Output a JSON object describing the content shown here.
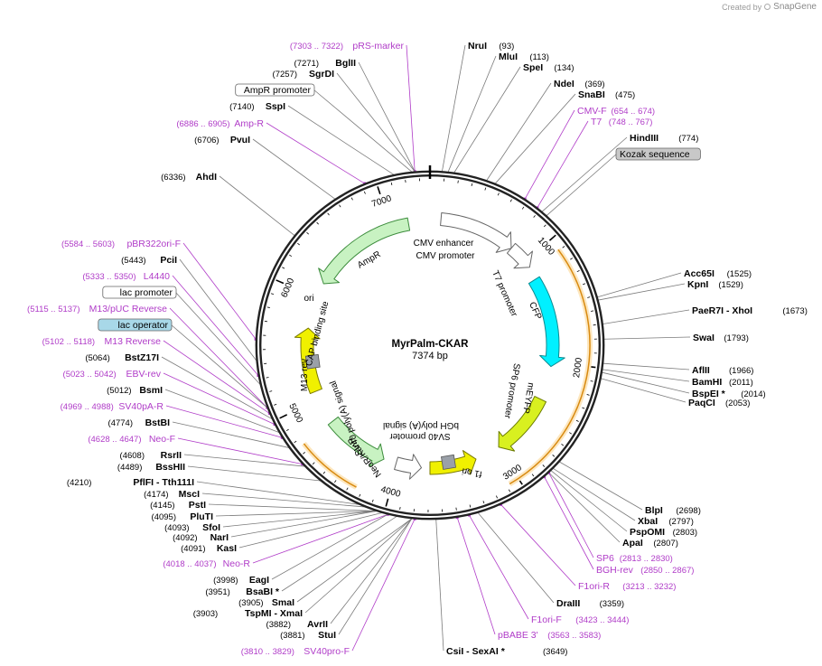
{
  "watermark": {
    "prefix": "Created by",
    "brand": "SnapGene"
  },
  "plasmid": {
    "name": "MyrPalm-CKAR",
    "length_text": "7374 bp",
    "length": 7374
  },
  "colors": {
    "site_text": "#000000",
    "primer_text": "#b03cc8",
    "leader": "#7a7a7a",
    "primer_leader": "#b03cc8",
    "backbone": "#222222",
    "feature_fill_green": "#c8f2c2",
    "feature_stroke_green": "#3c8c3c",
    "cyan": "#00f0ff",
    "yellow": "#f0f000",
    "lime": "#d8f020",
    "orange": "#f0b040",
    "gray": "#9aa0a8",
    "white": "#ffffff"
  },
  "scale_ticks": [
    "1000",
    "2000",
    "3000",
    "4000",
    "5000",
    "6000",
    "7000"
  ],
  "sites": [
    {
      "name": "NruI",
      "pos": "(93)",
      "pos_first": false,
      "primer": false,
      "box": ""
    },
    {
      "name": "MluI",
      "pos": "(113)",
      "pos_first": false,
      "primer": false,
      "box": ""
    },
    {
      "name": "SpeI",
      "pos": "(134)",
      "pos_first": false,
      "primer": false,
      "box": ""
    },
    {
      "name": "NdeI",
      "pos": "(369)",
      "pos_first": false,
      "primer": false,
      "box": ""
    },
    {
      "name": "SnaBI",
      "pos": "(475)",
      "pos_first": false,
      "primer": false,
      "box": ""
    },
    {
      "name": "CMV-F",
      "pos": "(654 .. 674)",
      "pos_first": false,
      "primer": true,
      "box": ""
    },
    {
      "name": "T7",
      "pos": "(748 .. 767)",
      "pos_first": false,
      "primer": true,
      "box": ""
    },
    {
      "name": "HindIII",
      "pos": "(774)",
      "pos_first": false,
      "primer": false,
      "box": ""
    },
    {
      "name": "Kozak sequence",
      "pos": "",
      "pos_first": false,
      "primer": false,
      "box": "gray"
    },
    {
      "name": "Acc65I",
      "pos": "(1525)",
      "pos_first": false,
      "primer": false,
      "box": ""
    },
    {
      "name": "KpnI",
      "pos": "(1529)",
      "pos_first": false,
      "primer": false,
      "box": ""
    },
    {
      "name": "PaeR7I  - XhoI",
      "pos": "(1673)",
      "pos_first": false,
      "primer": false,
      "box": ""
    },
    {
      "name": "SwaI",
      "pos": "(1793)",
      "pos_first": false,
      "primer": false,
      "box": ""
    },
    {
      "name": "AflII",
      "pos": "(1966)",
      "pos_first": false,
      "primer": false,
      "box": ""
    },
    {
      "name": "BamHI",
      "pos": "(2011)",
      "pos_first": false,
      "primer": false,
      "box": ""
    },
    {
      "name": "BspEI *",
      "pos": "(2014)",
      "pos_first": false,
      "primer": false,
      "box": ""
    },
    {
      "name": "PaqCI",
      "pos": "(2053)",
      "pos_first": false,
      "primer": false,
      "box": ""
    },
    {
      "name": "BlpI",
      "pos": "(2698)",
      "pos_first": false,
      "primer": false,
      "box": ""
    },
    {
      "name": "XbaI",
      "pos": "(2797)",
      "pos_first": false,
      "primer": false,
      "box": ""
    },
    {
      "name": "PspOMI",
      "pos": "(2803)",
      "pos_first": false,
      "primer": false,
      "box": ""
    },
    {
      "name": "ApaI",
      "pos": "(2807)",
      "pos_first": false,
      "primer": false,
      "box": ""
    },
    {
      "name": "SP6",
      "pos": "(2813 .. 2830)",
      "pos_first": false,
      "primer": true,
      "box": ""
    },
    {
      "name": "BGH-rev",
      "pos": "(2850 .. 2867)",
      "pos_first": false,
      "primer": true,
      "box": ""
    },
    {
      "name": "F1ori-R",
      "pos": "(3213 .. 3232)",
      "pos_first": false,
      "primer": true,
      "box": ""
    },
    {
      "name": "DraIII",
      "pos": "(3359)",
      "pos_first": false,
      "primer": false,
      "box": ""
    },
    {
      "name": "F1ori-F",
      "pos": "(3423 .. 3444)",
      "pos_first": false,
      "primer": true,
      "box": ""
    },
    {
      "name": "pBABE 3'",
      "pos": "(3563 .. 3583)",
      "pos_first": false,
      "primer": true,
      "box": ""
    },
    {
      "name": "CsiI  - SexAI *",
      "pos": "(3649)",
      "pos_first": false,
      "primer": false,
      "box": ""
    },
    {
      "name": "pRS-marker",
      "pos": "(7303 .. 7322)",
      "pos_first": true,
      "primer": true,
      "box": ""
    },
    {
      "name": "BglII",
      "pos": "(7271)",
      "pos_first": true,
      "primer": false,
      "box": ""
    },
    {
      "name": "SgrDI",
      "pos": "(7257)",
      "pos_first": true,
      "primer": false,
      "box": ""
    },
    {
      "name": "AmpR promoter",
      "pos": "",
      "pos_first": true,
      "primer": false,
      "box": "white"
    },
    {
      "name": "SspI",
      "pos": "(7140)",
      "pos_first": true,
      "primer": false,
      "box": ""
    },
    {
      "name": "Amp-R",
      "pos": "(6886 .. 6905)",
      "pos_first": true,
      "primer": true,
      "box": ""
    },
    {
      "name": "PvuI",
      "pos": "(6706)",
      "pos_first": true,
      "primer": false,
      "box": ""
    },
    {
      "name": "AhdI",
      "pos": "(6336)",
      "pos_first": true,
      "primer": false,
      "box": ""
    },
    {
      "name": "pBR322ori-F",
      "pos": "(5584 .. 5603)",
      "pos_first": true,
      "primer": true,
      "box": ""
    },
    {
      "name": "PciI",
      "pos": "(5443)",
      "pos_first": true,
      "primer": false,
      "box": ""
    },
    {
      "name": "L4440",
      "pos": "(5333 .. 5350)",
      "pos_first": true,
      "primer": true,
      "box": ""
    },
    {
      "name": "lac promoter",
      "pos": "",
      "pos_first": true,
      "primer": false,
      "box": "white"
    },
    {
      "name": "M13/pUC Reverse",
      "pos": "(5115 .. 5137)",
      "pos_first": true,
      "primer": true,
      "box": ""
    },
    {
      "name": "lac operator",
      "pos": "",
      "pos_first": true,
      "primer": false,
      "box": "blue"
    },
    {
      "name": "M13 Reverse",
      "pos": "(5102 .. 5118)",
      "pos_first": true,
      "primer": true,
      "box": ""
    },
    {
      "name": "BstZ17I",
      "pos": "(5064)",
      "pos_first": true,
      "primer": false,
      "box": ""
    },
    {
      "name": "EBV-rev",
      "pos": "(5023 .. 5042)",
      "pos_first": true,
      "primer": true,
      "box": ""
    },
    {
      "name": "BsmI",
      "pos": "(5012)",
      "pos_first": true,
      "primer": false,
      "box": ""
    },
    {
      "name": "SV40pA-R",
      "pos": "(4969 .. 4988)",
      "pos_first": true,
      "primer": true,
      "box": ""
    },
    {
      "name": "BstBI",
      "pos": "(4774)",
      "pos_first": true,
      "primer": false,
      "box": ""
    },
    {
      "name": "Neo-F",
      "pos": "(4628 .. 4647)",
      "pos_first": true,
      "primer": true,
      "box": ""
    },
    {
      "name": "RsrII",
      "pos": "(4608)",
      "pos_first": true,
      "primer": false,
      "box": ""
    },
    {
      "name": "BssHII",
      "pos": "(4489)",
      "pos_first": true,
      "primer": false,
      "box": ""
    },
    {
      "name": "PflFI  - Tth111I",
      "pos": "(4210)",
      "pos_first": true,
      "primer": false,
      "box": ""
    },
    {
      "name": "MscI",
      "pos": "(4174)",
      "pos_first": true,
      "primer": false,
      "box": ""
    },
    {
      "name": "PstI",
      "pos": "(4145)",
      "pos_first": true,
      "primer": false,
      "box": ""
    },
    {
      "name": "PluTI",
      "pos": "(4095)",
      "pos_first": true,
      "primer": false,
      "box": ""
    },
    {
      "name": "SfoI",
      "pos": "(4093)",
      "pos_first": true,
      "primer": false,
      "box": ""
    },
    {
      "name": "NarI",
      "pos": "(4092)",
      "pos_first": true,
      "primer": false,
      "box": ""
    },
    {
      "name": "KasI",
      "pos": "(4091)",
      "pos_first": true,
      "primer": false,
      "box": ""
    },
    {
      "name": "Neo-R",
      "pos": "(4018 .. 4037)",
      "pos_first": true,
      "primer": true,
      "box": ""
    },
    {
      "name": "EagI",
      "pos": "(3998)",
      "pos_first": true,
      "primer": false,
      "box": ""
    },
    {
      "name": "BsaBI *",
      "pos": "(3951)",
      "pos_first": true,
      "primer": false,
      "box": ""
    },
    {
      "name": "SmaI",
      "pos": "(3905)",
      "pos_first": true,
      "primer": false,
      "box": ""
    },
    {
      "name": "TspMI  - XmaI",
      "pos": "(3903)",
      "pos_first": true,
      "primer": false,
      "box": ""
    },
    {
      "name": "AvrII",
      "pos": "(3882)",
      "pos_first": true,
      "primer": false,
      "box": ""
    },
    {
      "name": "StuI",
      "pos": "(3881)",
      "pos_first": true,
      "primer": false,
      "box": ""
    },
    {
      "name": "SV40pro-F",
      "pos": "(3810 .. 3829)",
      "pos_first": true,
      "primer": true,
      "box": ""
    }
  ],
  "feature_labels": [
    "CMV enhancer",
    "CMV promoter",
    "T7 promoter",
    "CFP",
    "SP6 promoter",
    "mEYFP",
    "bGH poly(A) signal",
    "SV40 promoter",
    "f1 ori",
    "NeoR/KanR",
    "SV40 poly(A) signal",
    "M13 rev",
    "CAP binding site",
    "ori",
    "AmpR"
  ]
}
